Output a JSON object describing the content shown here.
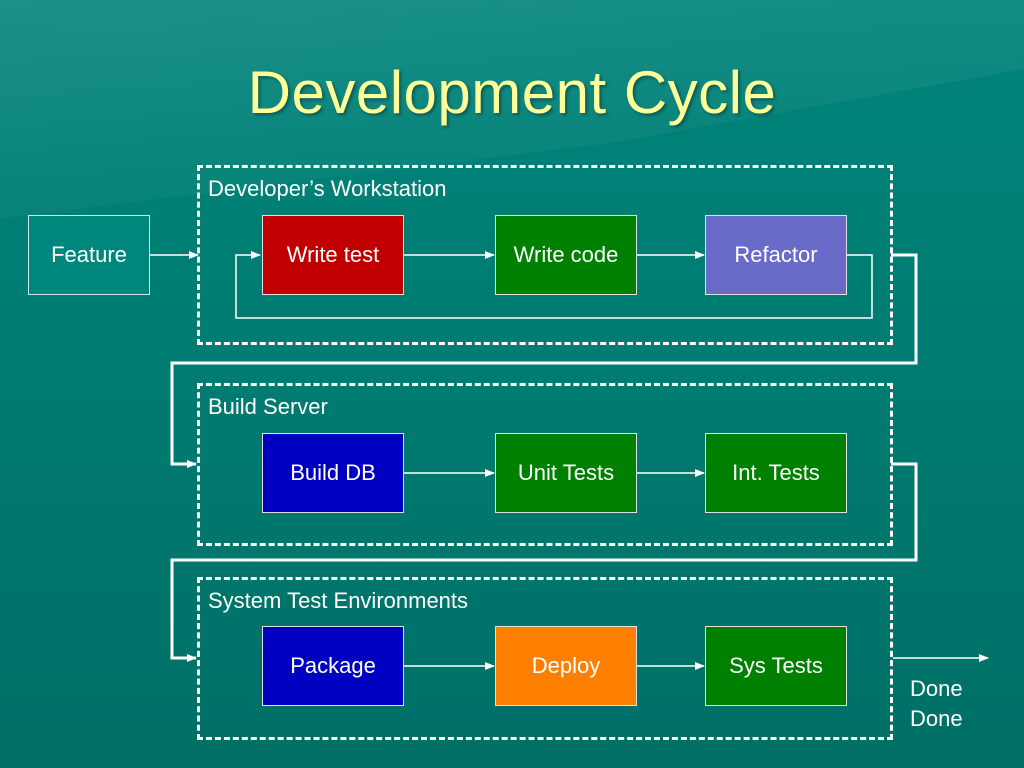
{
  "title": "Development Cycle",
  "regions": {
    "workstation": "Developer’s Workstation",
    "build_server": "Build Server",
    "system_test": "System Test Environments"
  },
  "nodes": {
    "feature": "Feature",
    "write_test": "Write test",
    "write_code": "Write code",
    "refactor": "Refactor",
    "build_db": "Build DB",
    "unit_tests": "Unit Tests",
    "int_tests": "Int. Tests",
    "package": "Package",
    "deploy": "Deploy",
    "sys_tests": "Sys Tests"
  },
  "done": [
    "Done",
    "Done"
  ],
  "colors": {
    "red": "#c00000",
    "green": "#008000",
    "purple": "#6a6ac8",
    "blue": "#0000c0",
    "orange": "#ff8000",
    "title": "#ffff99"
  }
}
